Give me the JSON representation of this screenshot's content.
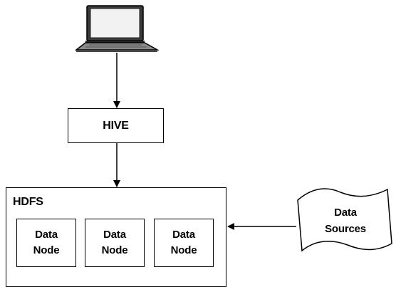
{
  "diagram": {
    "hive": {
      "label": "HIVE"
    },
    "hdfs": {
      "label": "HDFS",
      "nodes": [
        {
          "label": "Data\nNode"
        },
        {
          "label": "Data\nNode"
        },
        {
          "label": "Data\nNode"
        }
      ]
    },
    "data_sources": {
      "label": "Data\nSources"
    },
    "client": {
      "icon": "laptop-icon"
    }
  }
}
